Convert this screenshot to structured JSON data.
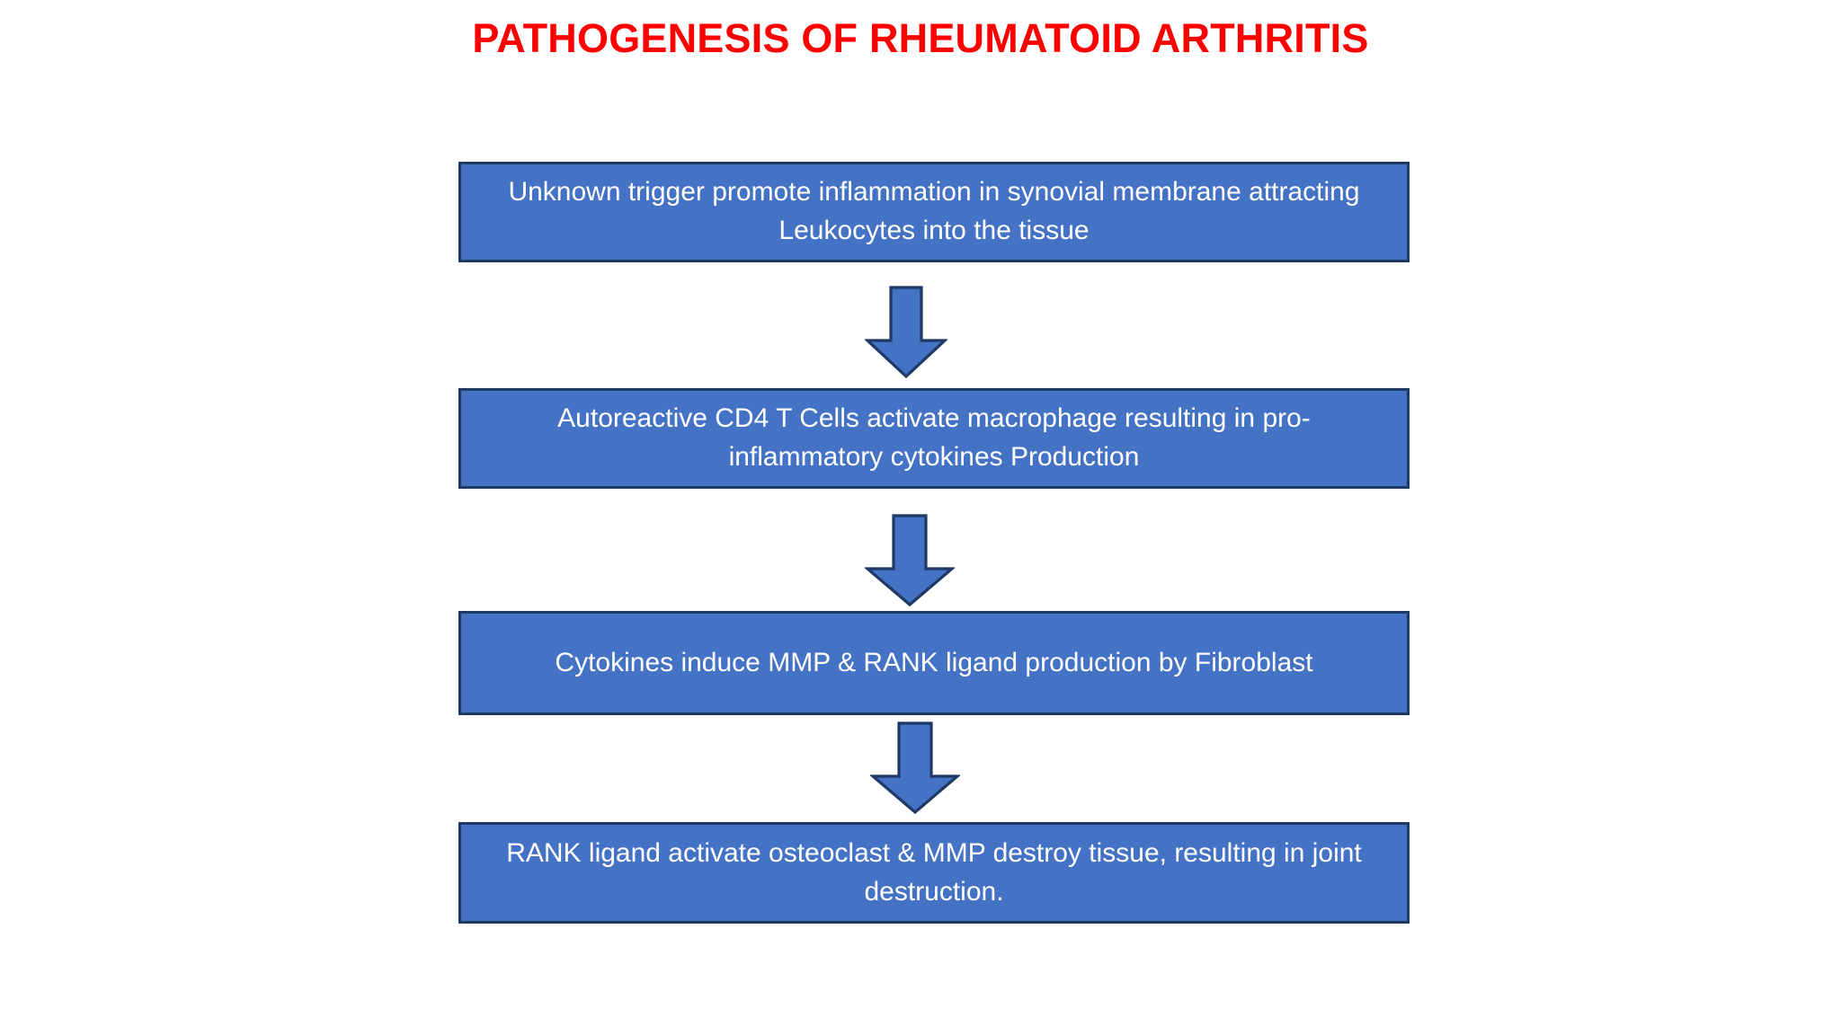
{
  "title": "PATHOGENESIS OF RHEUMATOID ARTHRITIS",
  "colors": {
    "title_red": "#FF0000",
    "box_fill": "#4472C4",
    "box_border": "#1F3864",
    "box_text": "#FFFFFF",
    "arrow_fill": "#4472C4",
    "arrow_border": "#1F3864",
    "background": "#FFFFFF"
  },
  "flow": {
    "steps": [
      {
        "id": "step-1",
        "text": "Unknown trigger promote inflammation in synovial membrane attracting Leukocytes into the tissue"
      },
      {
        "id": "step-2",
        "text": "Autoreactive CD4 T Cells activate macrophage resulting in pro-inflammatory cytokines Production"
      },
      {
        "id": "step-3",
        "text": "Cytokines induce MMP & RANK ligand production by Fibroblast"
      },
      {
        "id": "step-4",
        "text": "RANK ligand activate osteoclast & MMP destroy tissue, resulting in joint destruction."
      }
    ],
    "connectors": [
      {
        "id": "connector-1",
        "icon": "arrow-down-icon",
        "from": "step-1",
        "to": "step-2"
      },
      {
        "id": "connector-2",
        "icon": "arrow-down-icon",
        "from": "step-2",
        "to": "step-3"
      },
      {
        "id": "connector-3",
        "icon": "arrow-down-icon",
        "from": "step-3",
        "to": "step-4"
      }
    ]
  }
}
